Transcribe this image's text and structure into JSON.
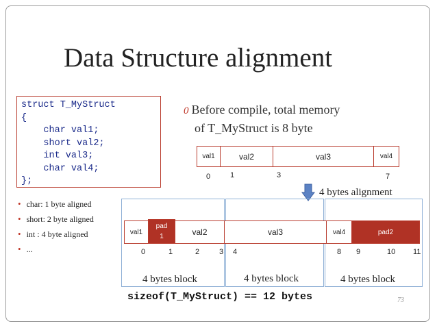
{
  "title": "Data Structure alignment",
  "code_lines": [
    "struct T_MyStruct",
    "{",
    "    char val1;",
    "    short val2;",
    "    int val3;",
    "    char val4;",
    "};"
  ],
  "bullets": [
    "char: 1 byte aligned",
    "short: 2 byte aligned",
    "int : 4 byte aligned",
    "..."
  ],
  "note": {
    "marker": "0",
    "line1": "Before compile,  total memory",
    "line2": "of T_MyStruct is 8 byte"
  },
  "top_row": {
    "cells": [
      "val1",
      "val2",
      "val3",
      "val4"
    ],
    "offsets": [
      "0",
      "1",
      "3",
      "7"
    ]
  },
  "alignment_label": "4 bytes alignment",
  "bottom_row": {
    "cells": [
      "val1",
      "pad\n1",
      "val2",
      "val3",
      "val4",
      "pad2"
    ],
    "offsets": [
      "0",
      "1",
      "2",
      "3",
      "4",
      "8",
      "9",
      "10",
      "11"
    ]
  },
  "blocks": [
    "4 bytes block",
    "4 bytes block",
    "4 bytes block"
  ],
  "sizeof_text": "sizeof(T_MyStruct) == 12 bytes",
  "page_number": "73",
  "colors": {
    "border": "#b83a2c",
    "pad_fill": "#b03225",
    "block_border": "#8fb0d6",
    "arrow": "#5b82c4"
  }
}
